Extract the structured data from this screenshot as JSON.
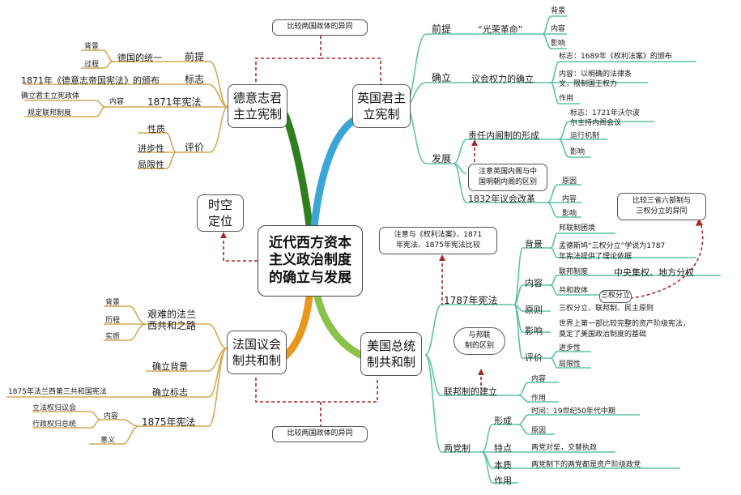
{
  "center": {
    "title_l1": "近代西方资本",
    "title_l2": "主义政治制度",
    "title_l3": "的确立与发展"
  },
  "spacetime": {
    "l1": "时空",
    "l2": "定位"
  },
  "compare_top": "比较两国政体的异同",
  "compare_bottom": "比较两国政体的异同",
  "germany": {
    "title_l1": "德意志君",
    "title_l2": "主立宪制",
    "premise": "前提",
    "unification": "德国的统一",
    "unif_bg": "背景",
    "unif_proc": "过程",
    "sign": "标志",
    "sign_text": "1871年《德意志帝国宪法》的颁布",
    "const1871": "1871年宪法",
    "content": "内容",
    "content_a": "确立君主立宪政体",
    "content_b": "规定联邦制度",
    "evaluation": "评价",
    "eval_a": "性质",
    "eval_b": "进步性",
    "eval_c": "局限性"
  },
  "britain": {
    "title_l1": "英国君主",
    "title_l2": "立宪制",
    "premise": "前提",
    "glorious": "“光荣革命”",
    "gr_a": "背景",
    "gr_b": "内容",
    "gr_c": "影响",
    "establish": "确立",
    "parliament": "议会权力的确立",
    "pa_sign": "标志：1689年《权利法案》的颁布",
    "pa_content_l1": "内容：以明确的法律条",
    "pa_content_l2": "文，限制国王权力",
    "pa_effect": "作用",
    "develop": "发展",
    "cabinet": "责任内阁制的形成",
    "cab_sign_l1": "标志：1721年沃尔波",
    "cab_sign_l2": "尔主持内阁会议",
    "cab_mech": "运行机制",
    "cab_effect": "影响",
    "note_l1": "注意英国内阁与中",
    "note_l2": "国明朝内阁的区别",
    "reform": "1832年议会改革",
    "ref_a": "原因",
    "ref_b": "内容",
    "ref_c": "影响"
  },
  "france": {
    "title_l1": "法国议会",
    "title_l2": "制共和制",
    "road_l1": "艰难的法兰",
    "road_l2": "西共和之路",
    "road_a": "背景",
    "road_b": "历程",
    "road_c": "实质",
    "bg": "确立背景",
    "sign": "确立标志",
    "sign_text": "1875年法兰西第三共和国宪法",
    "const1875": "1875年宪法",
    "content": "内容",
    "content_a": "立法权归议会",
    "content_b": "行政权归总统",
    "meaning": "意义"
  },
  "usa": {
    "title_l1": "美国总统",
    "title_l2": "制共和制",
    "note_rights_l1": "注意与《权利法案》、1871",
    "note_rights_l2": "年宪法、1875年宪法比较",
    "compare_l1": "比较三省六部制与",
    "compare_l2": "三权分立的异同",
    "const1787": "1787年宪法",
    "bg": "背景",
    "bg_a": "邦联制困境",
    "bg_b_l1": "孟德斯鸠“三权分立”学说为1787",
    "bg_b_l2": "年宪法提供了理论依据",
    "content": "内容",
    "federal": "联邦制度",
    "federal_text": "中央集权、地方分权",
    "republic": "共和政体",
    "separation": "三权分立",
    "principle": "原则",
    "principle_text": "三权分立、联邦制、民主原则",
    "influence": "影响",
    "influence_l1": "世界上第一部比较完整的资产阶级宪法，",
    "influence_l2": "奠定了美国政治制度的基础",
    "evaluation": "评价",
    "eval_a": "进步性",
    "eval_b": "局限性",
    "conf_note_l1": "与邦联",
    "conf_note_l2": "制的区别",
    "fed_est": "联邦制的建立",
    "fe_a": "内容",
    "fe_b": "作用",
    "twoparty": "两党制",
    "formation": "形成",
    "time": "时间：19世纪50年代中期",
    "reason": "原因",
    "feature": "特点",
    "feature_text": "两党对垒，交替执政",
    "essence": "本质",
    "essence_text": "两党制下的两党都是资产阶级政党",
    "role": "作用"
  },
  "colors": {
    "germany_branch": "#2e7d1e",
    "britain_branch": "#3aa6d8",
    "france_branch": "#e8961e",
    "usa_branch": "#8ac24a",
    "bracket_left": "#d4aa55",
    "bracket_right": "#5fc2a8",
    "dashed": "#a52a2a"
  }
}
